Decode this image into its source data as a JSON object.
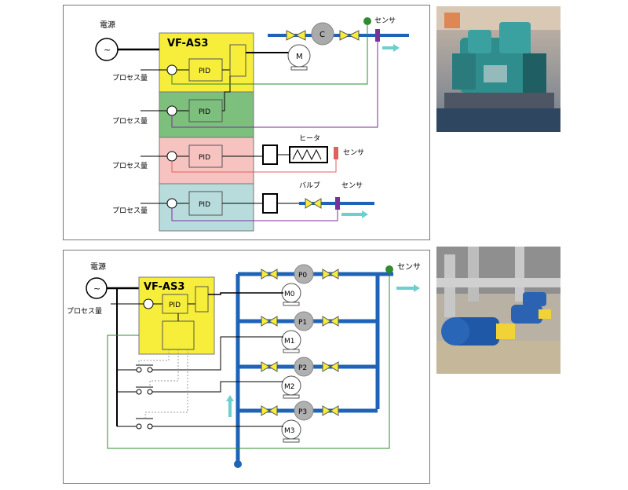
{
  "diagram_top": {
    "power_label": "電源",
    "ac_symbol": "~",
    "inverter_label": "VF-AS3",
    "pid_label": "PID",
    "process_label": "プロセス量",
    "compressor_label": "C",
    "motor_label": "M",
    "sensor_label": "センサ",
    "heater_label": "ヒータ",
    "valve_label": "バルブ",
    "colors": {
      "yellow": "#f6ee3a",
      "green": "#7dbf7d",
      "pink": "#f7c3c1",
      "cyan": "#b8dcdc",
      "pipe": "#1f63b8",
      "flow": "#6dcfcf",
      "sensor_dot": "#2e8b2e",
      "sensor_bar": "#7a2f9a",
      "heater_sensor": "#e06060"
    }
  },
  "diagram_bottom": {
    "power_label": "電源",
    "ac_symbol": "~",
    "inverter_label": "VF-AS3",
    "pid_label": "PID",
    "process_label": "プロセス量",
    "sensor_label": "センサ",
    "pumps": [
      "P0",
      "P1",
      "P2",
      "P3"
    ],
    "motors": [
      "M0",
      "M1",
      "M2",
      "M3"
    ]
  },
  "photos": {
    "top_alt_icon": "compressor-photo",
    "bottom_alt_icon": "pump-room-photo"
  }
}
